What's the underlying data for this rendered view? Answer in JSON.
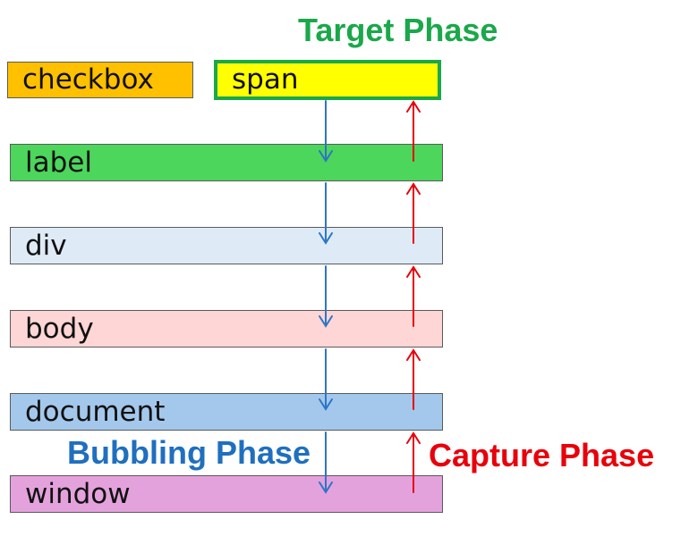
{
  "boxes": {
    "checkbox": {
      "label": "checkbox",
      "color": "#FFC000"
    },
    "span": {
      "label": "span",
      "color": "#FFFF00",
      "border_color": "#1AA84A"
    },
    "label": {
      "label": "label",
      "color": "#4CD65C"
    },
    "div": {
      "label": "div",
      "color": "#DEEBF7"
    },
    "body": {
      "label": "body",
      "color": "#FFD6D6"
    },
    "document": {
      "label": "document",
      "color": "#A4C8EC"
    },
    "window": {
      "label": "window",
      "color": "#E4A2DC"
    }
  },
  "phases": {
    "target": {
      "label": "Target Phase",
      "color": "#1AA84A"
    },
    "bubbling": {
      "label": "Bubbling Phase",
      "color": "#1F6FBF"
    },
    "capture": {
      "label": "Capture Phase",
      "color": "#E8000B"
    }
  },
  "arrows": {
    "down_color": "#2E75C6",
    "up_color": "#E8000B"
  }
}
